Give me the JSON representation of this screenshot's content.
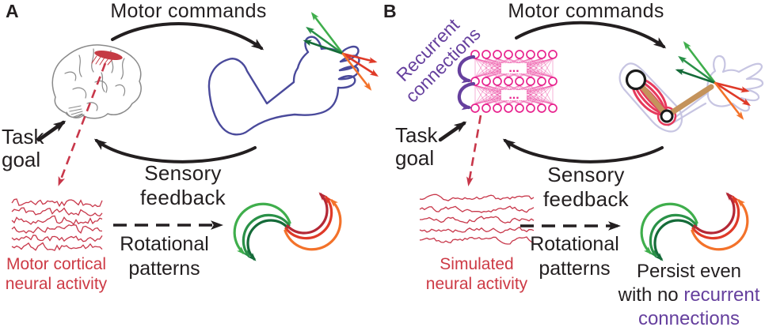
{
  "figure": {
    "background": "#FFFFFF",
    "panels": [
      "A",
      "B"
    ]
  },
  "colors": {
    "text_black": "#231F20",
    "neural_red": "#C8374A",
    "red_label": "#CD3A45",
    "purple": "#66409E",
    "magenta": "#E8258F",
    "arm_blue": "#4A4A9B",
    "arm_lavender": "#C7C5E2",
    "bone_tan": "#C4935C",
    "muscle_red": "#E63A5C",
    "brain_gray": "#8A8A8A",
    "cortex_red": "#C53B44",
    "green_light": "#3FAE4C",
    "green_mid": "#2A9148",
    "green_dark": "#156B39",
    "arrow_dark_red": "#B42836",
    "arrow_red": "#DF3A28",
    "arrow_orange": "#F3722A"
  },
  "panelA": {
    "label": "A",
    "motor_commands": "Motor commands",
    "sensory_feedback": "Sensory feedback",
    "task_goal": {
      "line1": "Task",
      "line2": "goal"
    },
    "neural_activity_label": {
      "line1": "Motor cortical",
      "line2": "neural activity"
    },
    "rotational_patterns": {
      "line1": "Rotational",
      "line2": "patterns"
    }
  },
  "panelB": {
    "label": "B",
    "recurrent_connections_label": {
      "line1": "Recurrent",
      "line2": "connections"
    },
    "motor_commands": "Motor commands",
    "sensory_feedback": "Sensory feedback",
    "task_goal": {
      "line1": "Task",
      "line2": "goal"
    },
    "network_ellipsis": "...",
    "neural_activity_label": {
      "line1": "Simulated",
      "line2": "neural activity"
    },
    "rotational_patterns": {
      "line1": "Rotational",
      "line2": "patterns"
    },
    "persist_note": {
      "line1": "Persist even",
      "line2_black": "with no",
      "line2_purple": "recurrent",
      "line3_purple": "connections"
    }
  }
}
